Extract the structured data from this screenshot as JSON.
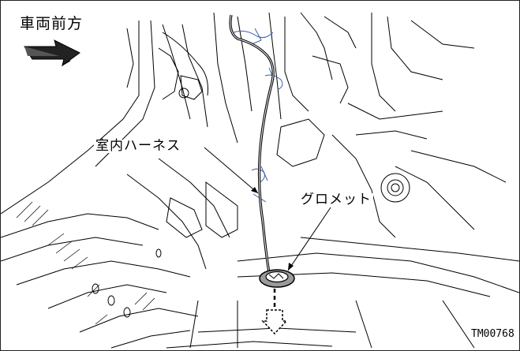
{
  "labels": {
    "vehicle_front": "車両前方",
    "interior_harness": "室内ハーネス",
    "grommet": "グロメット",
    "figure_code": "TM00768"
  },
  "icons": {
    "direction_arrow": "front-direction-arrow-icon"
  },
  "colors": {
    "line": "#000000",
    "harness_clip": "#3a5fb0",
    "grommet_fill": "#9a9a9a",
    "arrow_fill": "#222222"
  }
}
